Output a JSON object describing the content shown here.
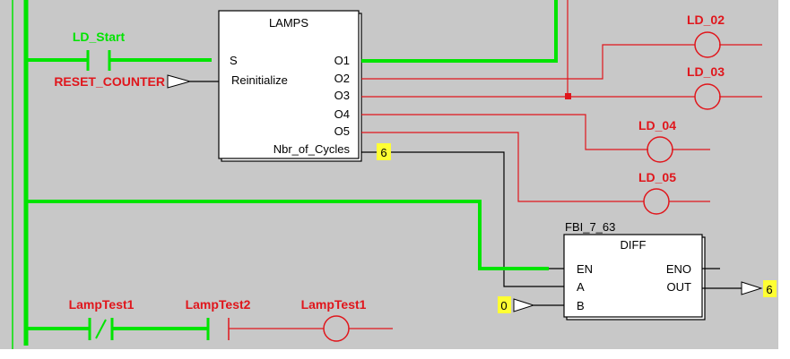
{
  "colors": {
    "background": "#c8c8c8",
    "energized": "#00e400",
    "deenergized": "#e0161c",
    "wire": "#000000",
    "value_highlight": "#ffff33"
  },
  "lamps_block": {
    "type_name": "LAMPS",
    "inputs": [
      "S",
      "Reinitialize"
    ],
    "outputs": [
      "O1",
      "O2",
      "O3",
      "O4",
      "O5",
      "Nbr_of_Cycles"
    ],
    "nbr_of_cycles_value": "6"
  },
  "contacts": {
    "ld_start": "LD_Start",
    "lamptest1": "LampTest1",
    "lamptest2": "LampTest2"
  },
  "reset_counter": "RESET_COUNTER",
  "coils": {
    "ld_02": "LD_02",
    "ld_03": "LD_03",
    "ld_04": "LD_04",
    "ld_05": "LD_05",
    "lamptest1_coil": "LampTest1"
  },
  "diff_block": {
    "instance": "FBI_7_63",
    "type_name": "DIFF",
    "inputs": [
      "EN",
      "A",
      "B"
    ],
    "outputs": [
      "ENO",
      "OUT"
    ],
    "b_value": "0",
    "out_value": "6"
  }
}
